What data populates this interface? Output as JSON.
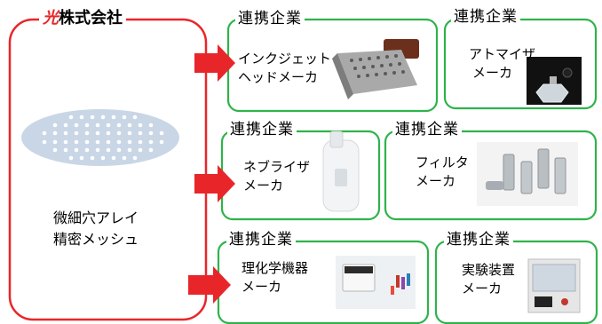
{
  "company": {
    "prefix": "光",
    "suffix": "株式会社",
    "product_line1": "微細穴アレイ",
    "product_line2": "精密メッシュ"
  },
  "partner_label": "連携企業",
  "partners": [
    {
      "line1": "インクジェット",
      "line2": "ヘッドメーカ"
    },
    {
      "line1": "アトマイザ",
      "line2": "メーカ"
    },
    {
      "line1": "ネブライザ",
      "line2": "メーカ"
    },
    {
      "line1": "フィルタ",
      "line2": "メーカ"
    },
    {
      "line1": "理化学機器",
      "line2": "メーカ"
    },
    {
      "line1": "実験装置",
      "line2": "メーカ"
    }
  ],
  "colors": {
    "company_border": "#e8262a",
    "partner_border": "#2fb34a",
    "arrow": "#e8262a",
    "mesh_plate": "#c9d6e6",
    "prefix_text": "#e8262a"
  }
}
